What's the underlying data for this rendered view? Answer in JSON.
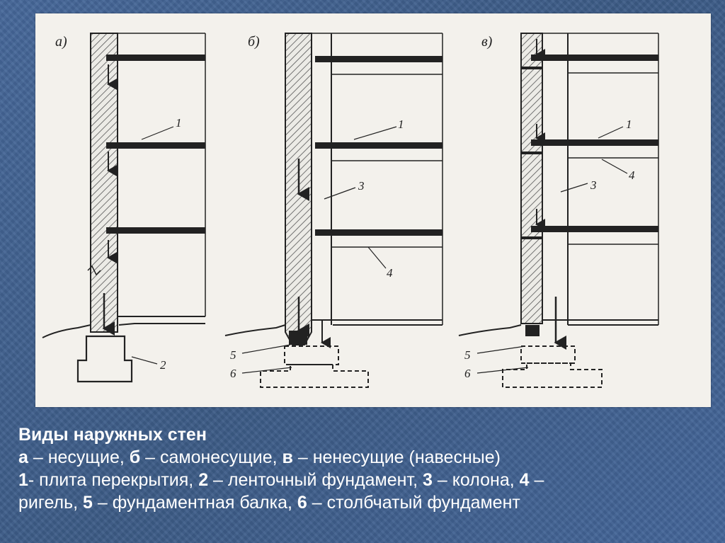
{
  "figure": {
    "panels": [
      {
        "id": "a",
        "label": "а)"
      },
      {
        "id": "b",
        "label": "б)"
      },
      {
        "id": "v",
        "label": "в)"
      }
    ],
    "callouts": {
      "a": [
        "1",
        "2"
      ],
      "b": [
        "1",
        "3",
        "4",
        "5",
        "6"
      ],
      "v": [
        "1",
        "4",
        "3",
        "5",
        "6"
      ]
    }
  },
  "caption": {
    "title": "Виды наружных стен",
    "line2": [
      {
        "key": "а",
        "text": " – несущие, "
      },
      {
        "key": "б",
        "text": " – самонесущие, "
      },
      {
        "key": "в",
        "text": " – ненесущие (навесные)"
      }
    ],
    "line3": [
      {
        "key": "1",
        "text": "- плита перекрытия, "
      },
      {
        "key": "2",
        "text": " – ленточный фундамент, "
      },
      {
        "key": "3",
        "text": " – колона, "
      },
      {
        "key": "4",
        "text": " –"
      }
    ],
    "line4": [
      {
        "key": "",
        "text": "ригель, "
      },
      {
        "key": "5",
        "text": " – фундаментная  балка,  "
      },
      {
        "key": "6",
        "text": " – столбчатый фундамент"
      }
    ]
  }
}
